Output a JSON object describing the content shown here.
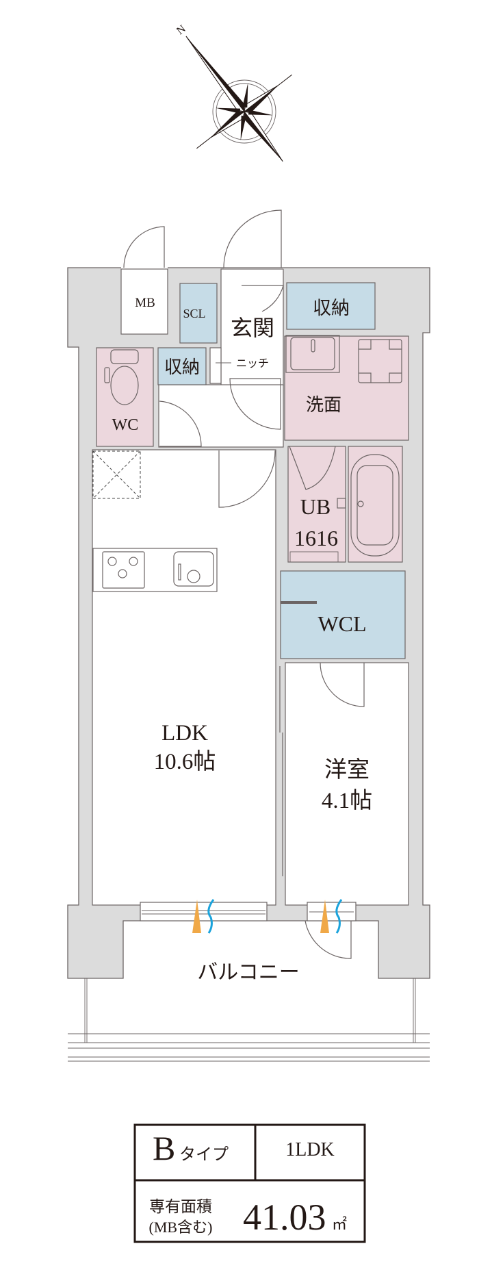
{
  "compass": {
    "north_label": "N"
  },
  "rooms": {
    "mb": "MB",
    "scl": "SCL",
    "genkan": "玄関",
    "storage_1": "収納",
    "storage_2": "収納",
    "niche": "ニッチ",
    "wc": "WC",
    "washroom": "洗面",
    "ub": "UB",
    "ub_size": "1616",
    "wcl": "WCL",
    "ldk": "LDK",
    "ldk_size": "10.6帖",
    "western_room": "洋室",
    "western_room_size": "4.1帖",
    "balcony": "バルコニー"
  },
  "info_table": {
    "type_letter": "B",
    "type_suffix": "タイプ",
    "layout": "1LDK",
    "area_label_1": "専有面積",
    "area_label_2": "(MB含む)",
    "area_value": "41.03",
    "area_unit": "㎡"
  },
  "colors": {
    "wall": "#dcdcdc",
    "storage_blue": "#c6dce7",
    "wet_area_pink": "#ecd7dd",
    "ventilation_warm": "#f0a847",
    "ventilation_cool": "#1aa3dc"
  }
}
